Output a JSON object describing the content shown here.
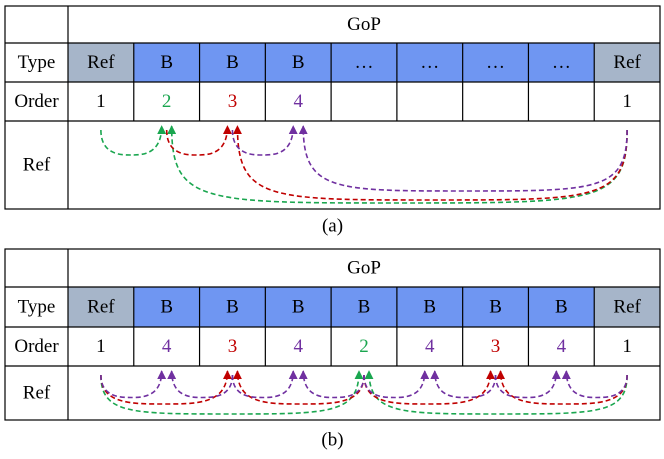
{
  "colors": {
    "ref_fill": "#a6b5c9",
    "b_fill": "#6f96f2",
    "green": "#1aa64f",
    "red": "#c00000",
    "purple": "#7030a0",
    "black": "#000000"
  },
  "panels": [
    {
      "caption": "(a)",
      "header": "GoP",
      "row_labels": {
        "type": "Type",
        "order": "Order",
        "ref": "Ref"
      },
      "frames": [
        {
          "type": "Ref",
          "kind": "ref",
          "order": "1",
          "order_color": "black"
        },
        {
          "type": "B",
          "kind": "b",
          "order": "2",
          "order_color": "green"
        },
        {
          "type": "B",
          "kind": "b",
          "order": "3",
          "order_color": "red"
        },
        {
          "type": "B",
          "kind": "b",
          "order": "4",
          "order_color": "purple"
        },
        {
          "type": "…",
          "kind": "b",
          "order": "",
          "order_color": "black"
        },
        {
          "type": "…",
          "kind": "b",
          "order": "",
          "order_color": "black"
        },
        {
          "type": "…",
          "kind": "b",
          "order": "",
          "order_color": "black"
        },
        {
          "type": "…",
          "kind": "b",
          "order": "",
          "order_color": "black"
        },
        {
          "type": "Ref",
          "kind": "ref",
          "order": "1",
          "order_color": "black"
        }
      ],
      "references": [
        {
          "from": 0,
          "to": 1,
          "color": "green"
        },
        {
          "from": 8,
          "to": 1,
          "color": "green"
        },
        {
          "from": 1,
          "to": 2,
          "color": "red"
        },
        {
          "from": 8,
          "to": 2,
          "color": "red"
        },
        {
          "from": 2,
          "to": 3,
          "color": "purple"
        },
        {
          "from": 8,
          "to": 3,
          "color": "purple"
        }
      ]
    },
    {
      "caption": "(b)",
      "header": "GoP",
      "row_labels": {
        "type": "Type",
        "order": "Order",
        "ref": "Ref"
      },
      "frames": [
        {
          "type": "Ref",
          "kind": "ref",
          "order": "1",
          "order_color": "black"
        },
        {
          "type": "B",
          "kind": "b",
          "order": "4",
          "order_color": "purple"
        },
        {
          "type": "B",
          "kind": "b",
          "order": "3",
          "order_color": "red"
        },
        {
          "type": "B",
          "kind": "b",
          "order": "4",
          "order_color": "purple"
        },
        {
          "type": "B",
          "kind": "b",
          "order": "2",
          "order_color": "green"
        },
        {
          "type": "B",
          "kind": "b",
          "order": "4",
          "order_color": "purple"
        },
        {
          "type": "B",
          "kind": "b",
          "order": "3",
          "order_color": "red"
        },
        {
          "type": "B",
          "kind": "b",
          "order": "4",
          "order_color": "purple"
        },
        {
          "type": "Ref",
          "kind": "ref",
          "order": "1",
          "order_color": "black"
        }
      ],
      "references": [
        {
          "from": 0,
          "to": 4,
          "color": "green"
        },
        {
          "from": 8,
          "to": 4,
          "color": "green"
        },
        {
          "from": 0,
          "to": 2,
          "color": "red"
        },
        {
          "from": 4,
          "to": 2,
          "color": "red"
        },
        {
          "from": 4,
          "to": 6,
          "color": "red"
        },
        {
          "from": 8,
          "to": 6,
          "color": "red"
        },
        {
          "from": 0,
          "to": 1,
          "color": "purple"
        },
        {
          "from": 2,
          "to": 1,
          "color": "purple"
        },
        {
          "from": 2,
          "to": 3,
          "color": "purple"
        },
        {
          "from": 4,
          "to": 3,
          "color": "purple"
        },
        {
          "from": 4,
          "to": 5,
          "color": "purple"
        },
        {
          "from": 6,
          "to": 5,
          "color": "purple"
        },
        {
          "from": 6,
          "to": 7,
          "color": "purple"
        },
        {
          "from": 8,
          "to": 7,
          "color": "purple"
        }
      ]
    }
  ]
}
